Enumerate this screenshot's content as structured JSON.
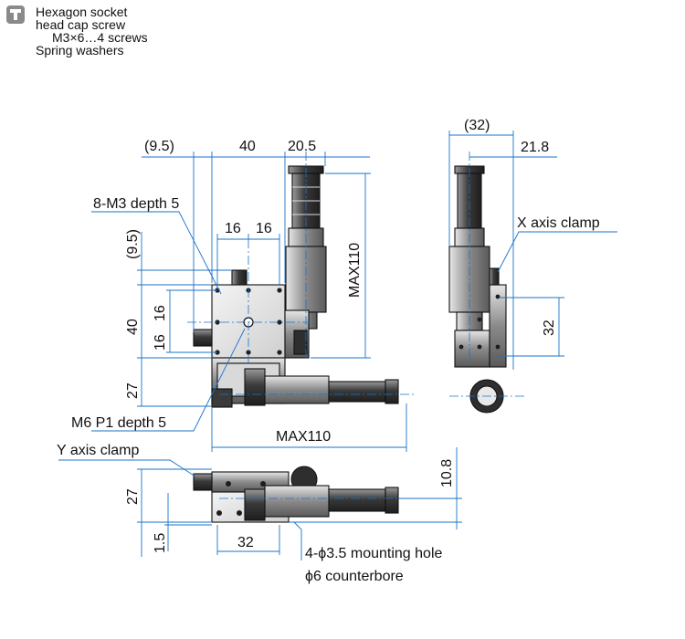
{
  "header": {
    "icon": "screw-icon",
    "lines": [
      "Hexagon socket",
      "head cap screw",
      "M3×6…4 screws",
      "Spring washers"
    ]
  },
  "colors": {
    "dimension": "#1a73c9",
    "body_dark": "#2b2b2b",
    "body_mid": "#6f6f6f",
    "body_light": "#cfcfcf"
  },
  "top_view": {
    "dims": {
      "top_left": "(9.5)",
      "top_width": "40",
      "top_right": "20.5",
      "hole_pitch_x1": "16",
      "hole_pitch_x2": "16",
      "left_top": "(9.5)",
      "left_height": "40",
      "left_pitch_1": "16",
      "left_pitch_2": "16",
      "left_bottom": "27",
      "right_height": "MAX110",
      "bottom_width": "MAX110"
    },
    "labels": {
      "tapped_holes": "8-M3 depth 5",
      "center_hole": "M6 P1 depth 5"
    }
  },
  "side_view": {
    "dims": {
      "top_overall": "(32)",
      "top_right": "21.8",
      "right_height": "32"
    },
    "labels": {
      "x_clamp": "X axis clamp"
    }
  },
  "front_view": {
    "dims": {
      "left_height": "27",
      "left_bottom": "1.5",
      "bottom_width": "32",
      "right_height": "10.8"
    },
    "labels": {
      "y_clamp": "Y axis clamp",
      "mounting_hole": "4-ϕ3.5 mounting hole",
      "counterbore": "ϕ6 counterbore"
    }
  }
}
